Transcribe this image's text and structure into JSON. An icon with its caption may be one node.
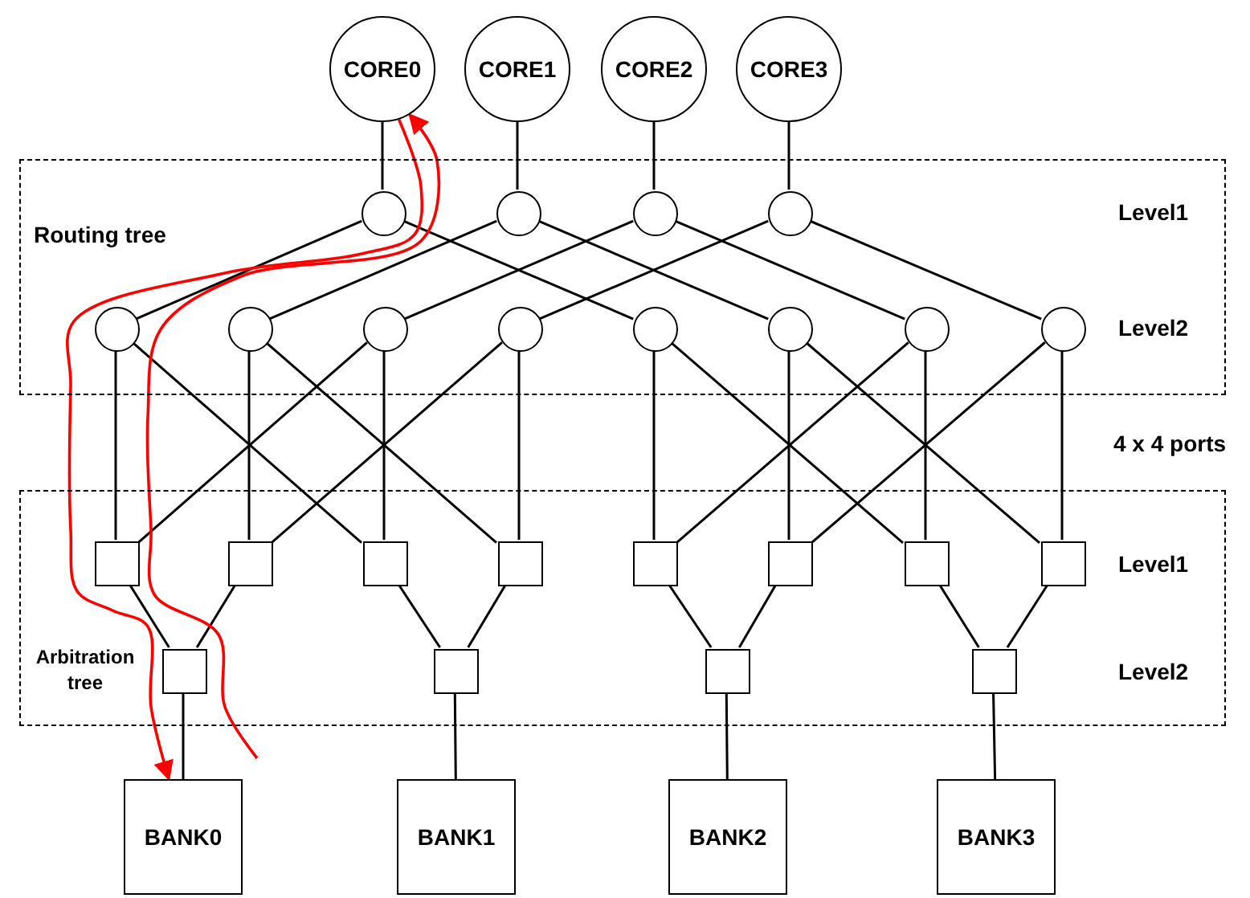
{
  "diagram": {
    "nodes": [
      {
        "text": [
          "CORE0"
        ]
      },
      {
        "text": [
          "CORE1"
        ]
      },
      {
        "text": [
          "CORE2"
        ]
      },
      {
        "text": [
          "CORE3"
        ]
      },
      {
        "text": [
          "Routing tree",
          "Level1",
          "Level2"
        ]
      },
      {
        "text": [],
        "shape": "circle",
        "in": 4
      },
      {
        "text": [],
        "shape": "circle",
        "in": 4
      },
      {
        "text": [],
        "shape": "circle",
        "in": 4
      },
      {
        "text": [],
        "shape": "circle",
        "in": 4
      },
      {
        "text": [],
        "shape": "circle",
        "in": 4
      },
      {
        "text": [],
        "shape": "circle",
        "in": 4
      },
      {
        "text": [],
        "shape": "circle",
        "in": 4
      },
      {
        "text": [],
        "shape": "circle",
        "in": 4
      },
      {
        "text": [],
        "shape": "circle",
        "in": 4
      },
      {
        "text": [],
        "shape": "circle",
        "in": 4
      },
      {
        "text": [],
        "shape": "circle",
        "in": 4
      },
      {
        "text": [],
        "shape": "circle",
        "in": 4
      },
      {
        "text": [
          "Arbitration tree",
          "Level1",
          "Level2"
        ]
      },
      {
        "text": [],
        "shape": "box",
        "in": 17
      },
      {
        "text": [],
        "shape": "box",
        "in": 17
      },
      {
        "text": [],
        "shape": "box",
        "in": 17
      },
      {
        "text": [],
        "shape": "box",
        "in": 17
      },
      {
        "text": [],
        "shape": "box",
        "in": 17
      },
      {
        "text": [],
        "shape": "box",
        "in": 17
      },
      {
        "text": [],
        "shape": "box",
        "in": 17
      },
      {
        "text": [],
        "shape": "box",
        "in": 17
      },
      {
        "text": [],
        "shape": "box",
        "in": 17
      },
      {
        "text": [],
        "shape": "box",
        "in": 17
      },
      {
        "text": [],
        "shape": "box",
        "in": 17
      },
      {
        "text": [],
        "shape": "box",
        "in": 17
      },
      {
        "text": [
          "BANK0"
        ]
      },
      {
        "text": [
          "BANK1"
        ]
      },
      {
        "text": [
          "BANK2"
        ]
      },
      {
        "text": [
          "BANK3"
        ]
      }
    ],
    "edges": [
      {
        "from": 0,
        "to": 5,
        "arrow": "none"
      },
      {
        "from": 1,
        "to": 6,
        "arrow": "none"
      },
      {
        "from": 2,
        "to": 7,
        "arrow": "none"
      },
      {
        "from": 3,
        "to": 8,
        "arrow": "none"
      },
      {
        "from": 5,
        "to": 9,
        "arrow": "none"
      },
      {
        "from": 5,
        "to": 13,
        "arrow": "none"
      },
      {
        "from": 6,
        "to": 10,
        "arrow": "none"
      },
      {
        "from": 6,
        "to": 14,
        "arrow": "none"
      },
      {
        "from": 7,
        "to": 11,
        "arrow": "none"
      },
      {
        "from": 7,
        "to": 15,
        "arrow": "none"
      },
      {
        "from": 8,
        "to": 12,
        "arrow": "none"
      },
      {
        "from": 8,
        "to": 16,
        "arrow": "none"
      },
      {
        "from": 9,
        "to": 18,
        "arrow": "none"
      },
      {
        "from": 9,
        "to": 20,
        "arrow": "none"
      },
      {
        "from": 10,
        "to": 19,
        "arrow": "none"
      },
      {
        "from": 10,
        "to": 21,
        "arrow": "none"
      },
      {
        "from": 11,
        "to": 20,
        "arrow": "none"
      },
      {
        "from": 11,
        "to": 18,
        "arrow": "none"
      },
      {
        "from": 12,
        "to": 21,
        "arrow": "none"
      },
      {
        "from": 12,
        "to": 19,
        "arrow": "none"
      },
      {
        "from": 13,
        "to": 22,
        "arrow": "none"
      },
      {
        "from": 13,
        "to": 24,
        "arrow": "none"
      },
      {
        "from": 14,
        "to": 23,
        "arrow": "none"
      },
      {
        "from": 14,
        "to": 25,
        "arrow": "none"
      },
      {
        "from": 15,
        "to": 24,
        "arrow": "none"
      },
      {
        "from": 15,
        "to": 22,
        "arrow": "none"
      },
      {
        "from": 16,
        "to": 25,
        "arrow": "none"
      },
      {
        "from": 16,
        "to": 23,
        "arrow": "none"
      },
      {
        "from": 18,
        "to": 26,
        "arrow": "none"
      },
      {
        "from": 19,
        "to": 26,
        "arrow": "none"
      },
      {
        "from": 20,
        "to": 27,
        "arrow": "none"
      },
      {
        "from": 21,
        "to": 27,
        "arrow": "none"
      },
      {
        "from": 22,
        "to": 28,
        "arrow": "none"
      },
      {
        "from": 23,
        "to": 28,
        "arrow": "none"
      },
      {
        "from": 24,
        "to": 29,
        "arrow": "none"
      },
      {
        "from": 25,
        "to": 29,
        "arrow": "none"
      },
      {
        "from": 26,
        "to": 30,
        "arrow": "none"
      },
      {
        "from": 27,
        "to": 31,
        "arrow": "none"
      },
      {
        "from": 28,
        "to": 32,
        "arrow": "none"
      },
      {
        "from": 29,
        "to": 33,
        "arrow": "none"
      },
      {
        "from": 0,
        "to": 30,
        "arrow": "to",
        "color": "#ff0000"
      },
      {
        "from": null,
        "to": 0,
        "arrow": "to",
        "color": "#ff0000"
      }
    ],
    "labels": [
      "4 x 4 ports"
    ]
  }
}
